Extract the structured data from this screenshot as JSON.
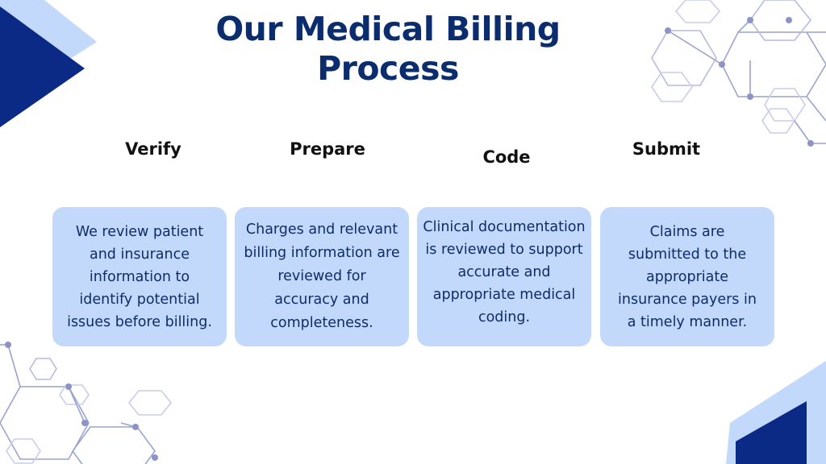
{
  "slide": {
    "title_line1": "Our Medical Billing",
    "title_line2": "Process"
  },
  "steps": [
    {
      "title": "Verify",
      "lines": [
        "We review patient",
        "and insurance",
        "information to",
        "identify potential",
        "issues before billing."
      ]
    },
    {
      "title": "Prepare",
      "lines": [
        "Charges and relevant",
        "billing information are",
        "reviewed for",
        "accuracy and",
        "completeness."
      ]
    },
    {
      "title": "Code",
      "lines": [
        "Clinical documentation",
        "is reviewed to support",
        "accurate and",
        "appropriate medical",
        "coding."
      ]
    },
    {
      "title": "Submit",
      "lines": [
        "Claims are",
        "submitted to the",
        "appropriate",
        "insurance payers in",
        "a timely manner."
      ]
    }
  ],
  "colors": {
    "navy": "#0b2d6e",
    "dark_triangle": "#0a2a85",
    "light_triangle": "#c2d9fb",
    "card_bg": "#c2d9fb",
    "hex_line": "#9aa3d0",
    "hex_node": "#8d93c6"
  }
}
